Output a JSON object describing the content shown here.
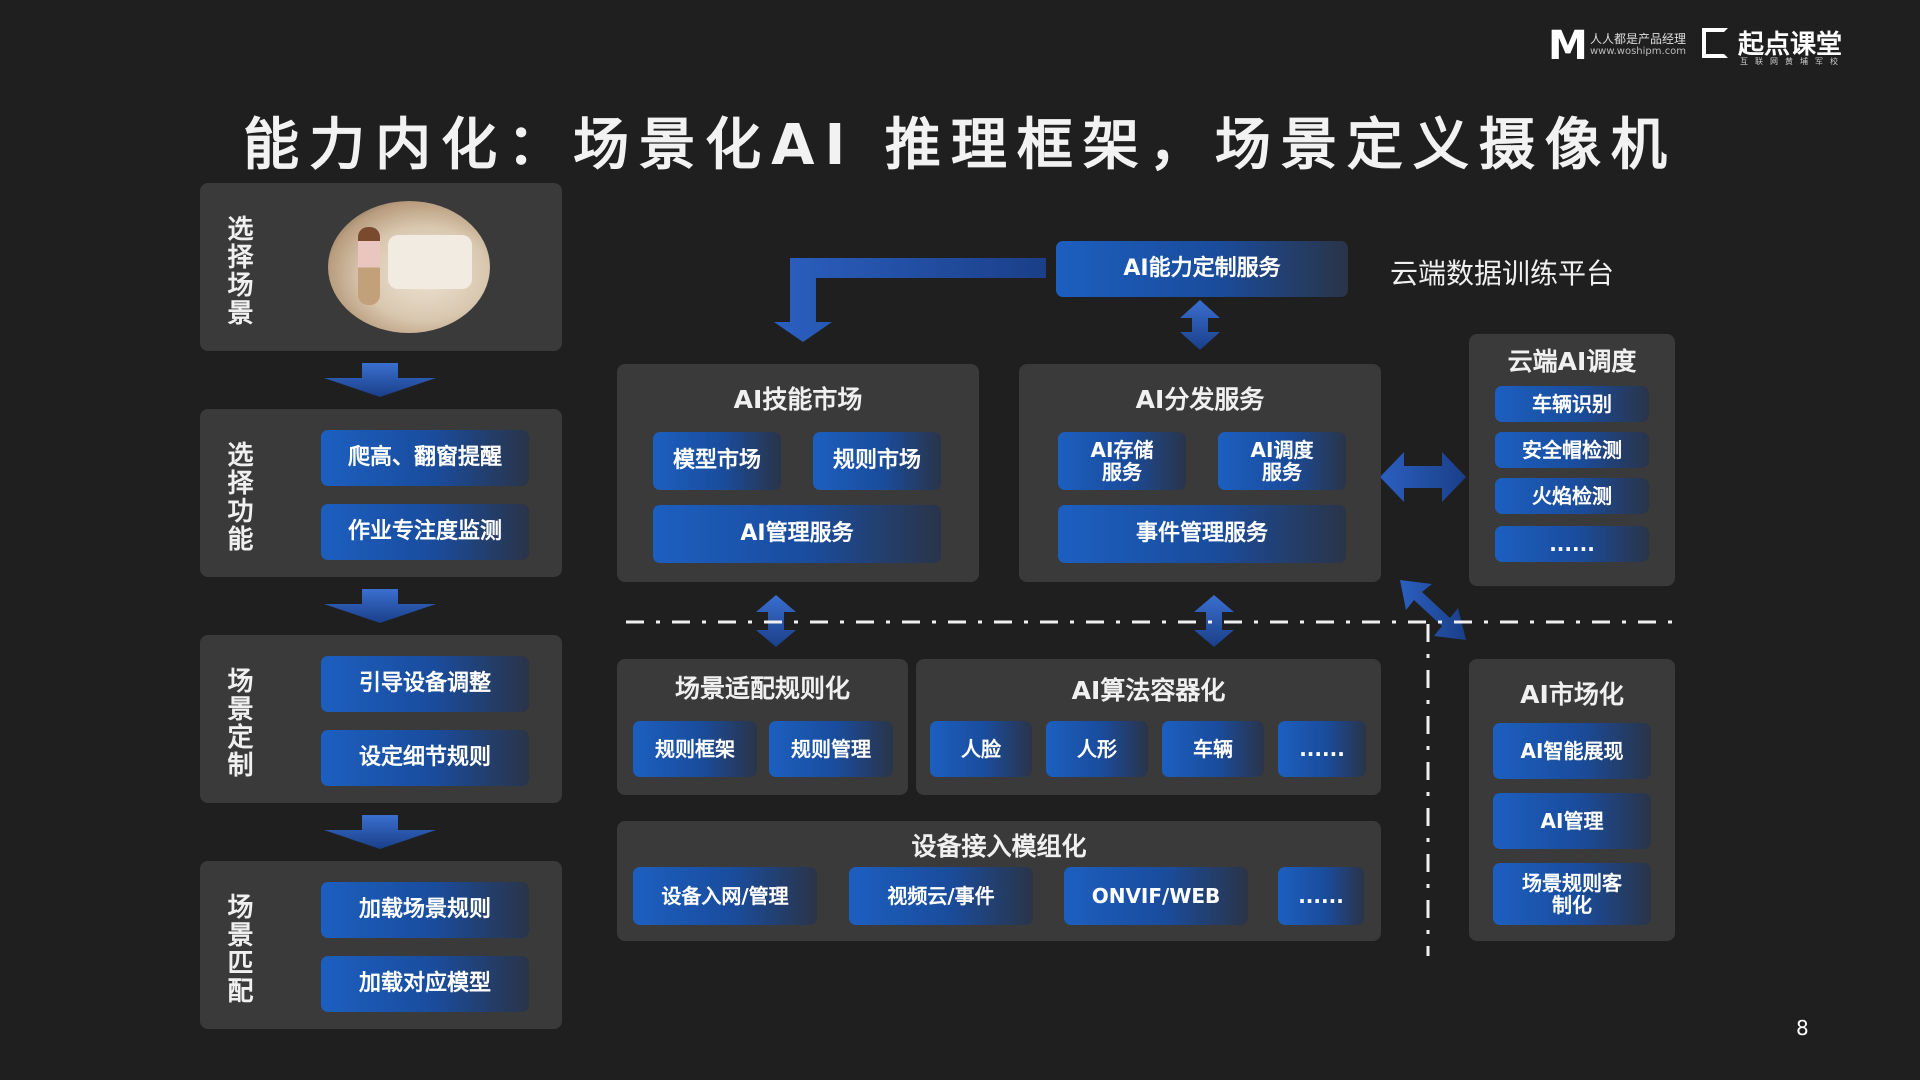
{
  "header": {
    "title": "能力内化：场景化AI 推理框架，场景定义摄像机",
    "logo": {
      "mark": "M",
      "brand_cn": "人人都是产品经理",
      "brand_url": "www.woshipm.com",
      "partner": "起点课堂",
      "partner_tag": "互联网黄埔军校"
    }
  },
  "left_flow": [
    {
      "label": "选择场景",
      "items": []
    },
    {
      "label": "选择功能",
      "items": [
        "爬高、翻窗提醒",
        "作业专注度监测"
      ]
    },
    {
      "label": "场景定制",
      "items": [
        "引导设备调整",
        "设定细节规则"
      ]
    },
    {
      "label": "场景匹配",
      "items": [
        "加载场景规则",
        "加载对应模型"
      ]
    }
  ],
  "cloud": {
    "top_service": "AI能力定制服务",
    "platform_label": "云端数据训练平台",
    "skill_market": {
      "title": "AI技能市场",
      "items": [
        "模型市场",
        "规则市场",
        "AI管理服务"
      ]
    },
    "distribution": {
      "title": "AI分发服务",
      "items": [
        "AI存储\n服务",
        "AI调度\n服务",
        "事件管理服务"
      ]
    },
    "scheduling": {
      "title": "云端AI调度",
      "items": [
        "车辆识别",
        "安全帽检测",
        "火焰检测",
        "......"
      ]
    }
  },
  "device": {
    "rules": {
      "title": "场景适配规则化",
      "items": [
        "规则框架",
        "规则管理"
      ]
    },
    "algo": {
      "title": "AI算法容器化",
      "items": [
        "人脸",
        "人形",
        "车辆",
        "......"
      ]
    },
    "access": {
      "title": "设备接入模组化",
      "items": [
        "设备入网/管理",
        "视频云/事件",
        "ONVIF/WEB",
        "......"
      ]
    }
  },
  "market": {
    "title": "AI市场化",
    "items": [
      "AI智能展现",
      "AI管理",
      "场景规则客\n制化"
    ]
  },
  "page_number": "8",
  "colors": {
    "background": "#1f1f1f",
    "panel": "#3a3a3a",
    "accent": "#1c5fc0"
  }
}
